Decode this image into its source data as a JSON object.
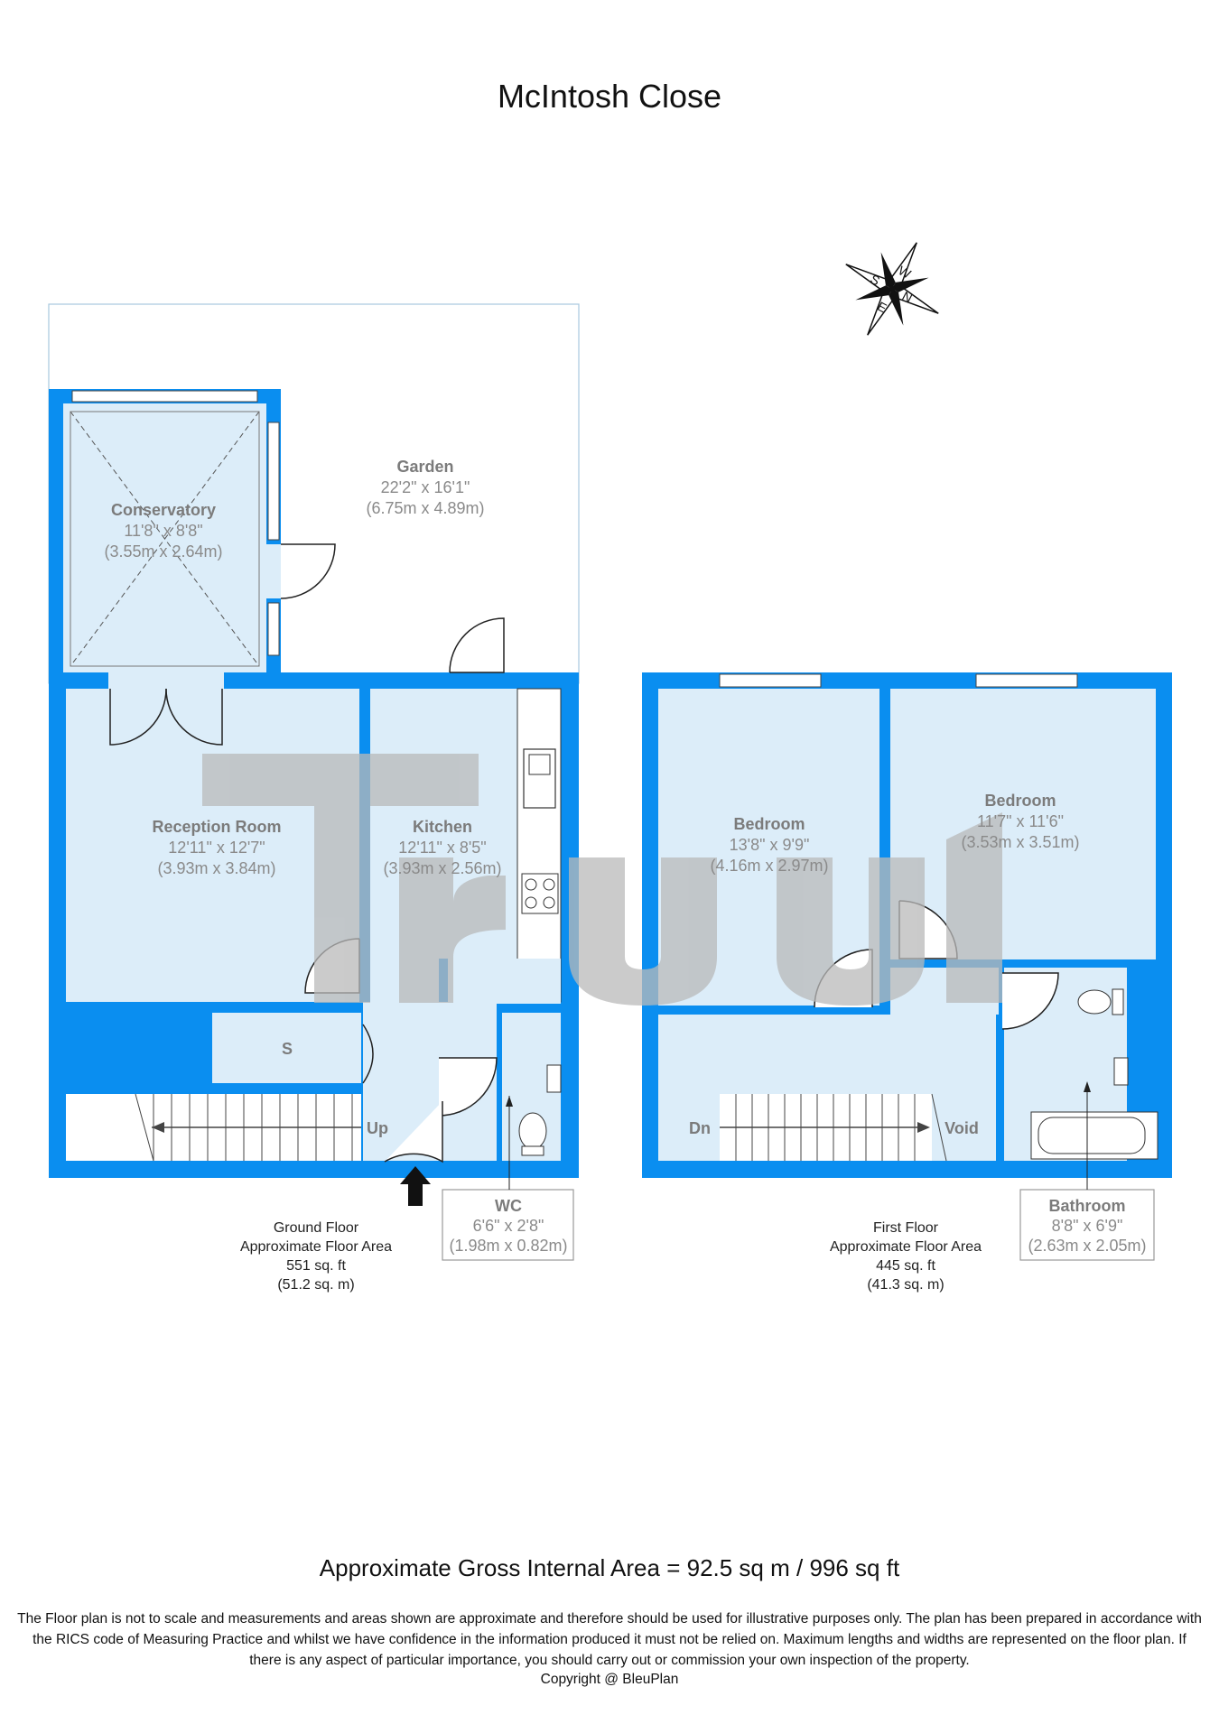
{
  "title": "McIntosh Close",
  "compass": {
    "n": "N",
    "e": "E",
    "s": "S",
    "w": "W"
  },
  "rooms": {
    "garden": {
      "name": "Garden",
      "imperial": "22'2\" x 16'1\"",
      "metric": "(6.75m x 4.89m)"
    },
    "conservatory": {
      "name": "Conservatory",
      "imperial": "11'8\" x 8'8\"",
      "metric": "(3.55m x 2.64m)"
    },
    "reception": {
      "name": "Reception Room",
      "imperial": "12'11\" x 12'7\"",
      "metric": "(3.93m x 3.84m)"
    },
    "kitchen": {
      "name": "Kitchen",
      "imperial": "12'11\" x 8'5\"",
      "metric": "(3.93m x 2.56m)"
    },
    "wc": {
      "name": "WC",
      "imperial": "6'6\" x 2'8\"",
      "metric": "(1.98m x 0.82m)"
    },
    "bedroom1": {
      "name": "Bedroom",
      "imperial": "13'8\" x 9'9\"",
      "metric": "(4.16m x 2.97m)"
    },
    "bedroom2": {
      "name": "Bedroom",
      "imperial": "11'7\" x 11'6\"",
      "metric": "(3.53m x 3.51m)"
    },
    "bathroom": {
      "name": "Bathroom",
      "imperial": "8'8\" x 6'9\"",
      "metric": "(2.63m x 2.05m)"
    }
  },
  "labels": {
    "storage": "S",
    "up": "Up",
    "down": "Dn",
    "void": "Void"
  },
  "floors": {
    "ground": {
      "name": "Ground Floor",
      "caption": "Approximate Floor Area",
      "sqft": "551 sq. ft",
      "sqm": "(51.2 sq. m)"
    },
    "first": {
      "name": "First Floor",
      "caption": "Approximate Floor Area",
      "sqft": "445 sq. ft",
      "sqm": "(41.3 sq. m)"
    }
  },
  "gross_area": "Approximate Gross Internal Area = 92.5 sq m / 996 sq ft",
  "disclaimer": [
    "The Floor plan is not to scale and measurements and areas shown are approximate and therefore should be used for illustrative purposes only. The plan has been prepared in accordance with",
    "the RICS code of Measuring Practice and whilst we have confidence in the information produced it must not be relied on. Maximum lengths and widths are represented on the floor plan. If",
    "there is any aspect of particular importance, you should carry out or commission your own inspection of the property."
  ],
  "copyright": "Copyright @ BleuPlan",
  "colors": {
    "wall": "#0a8ef0",
    "floor": "#dcedf9",
    "watermark": "#b9b9b9"
  }
}
